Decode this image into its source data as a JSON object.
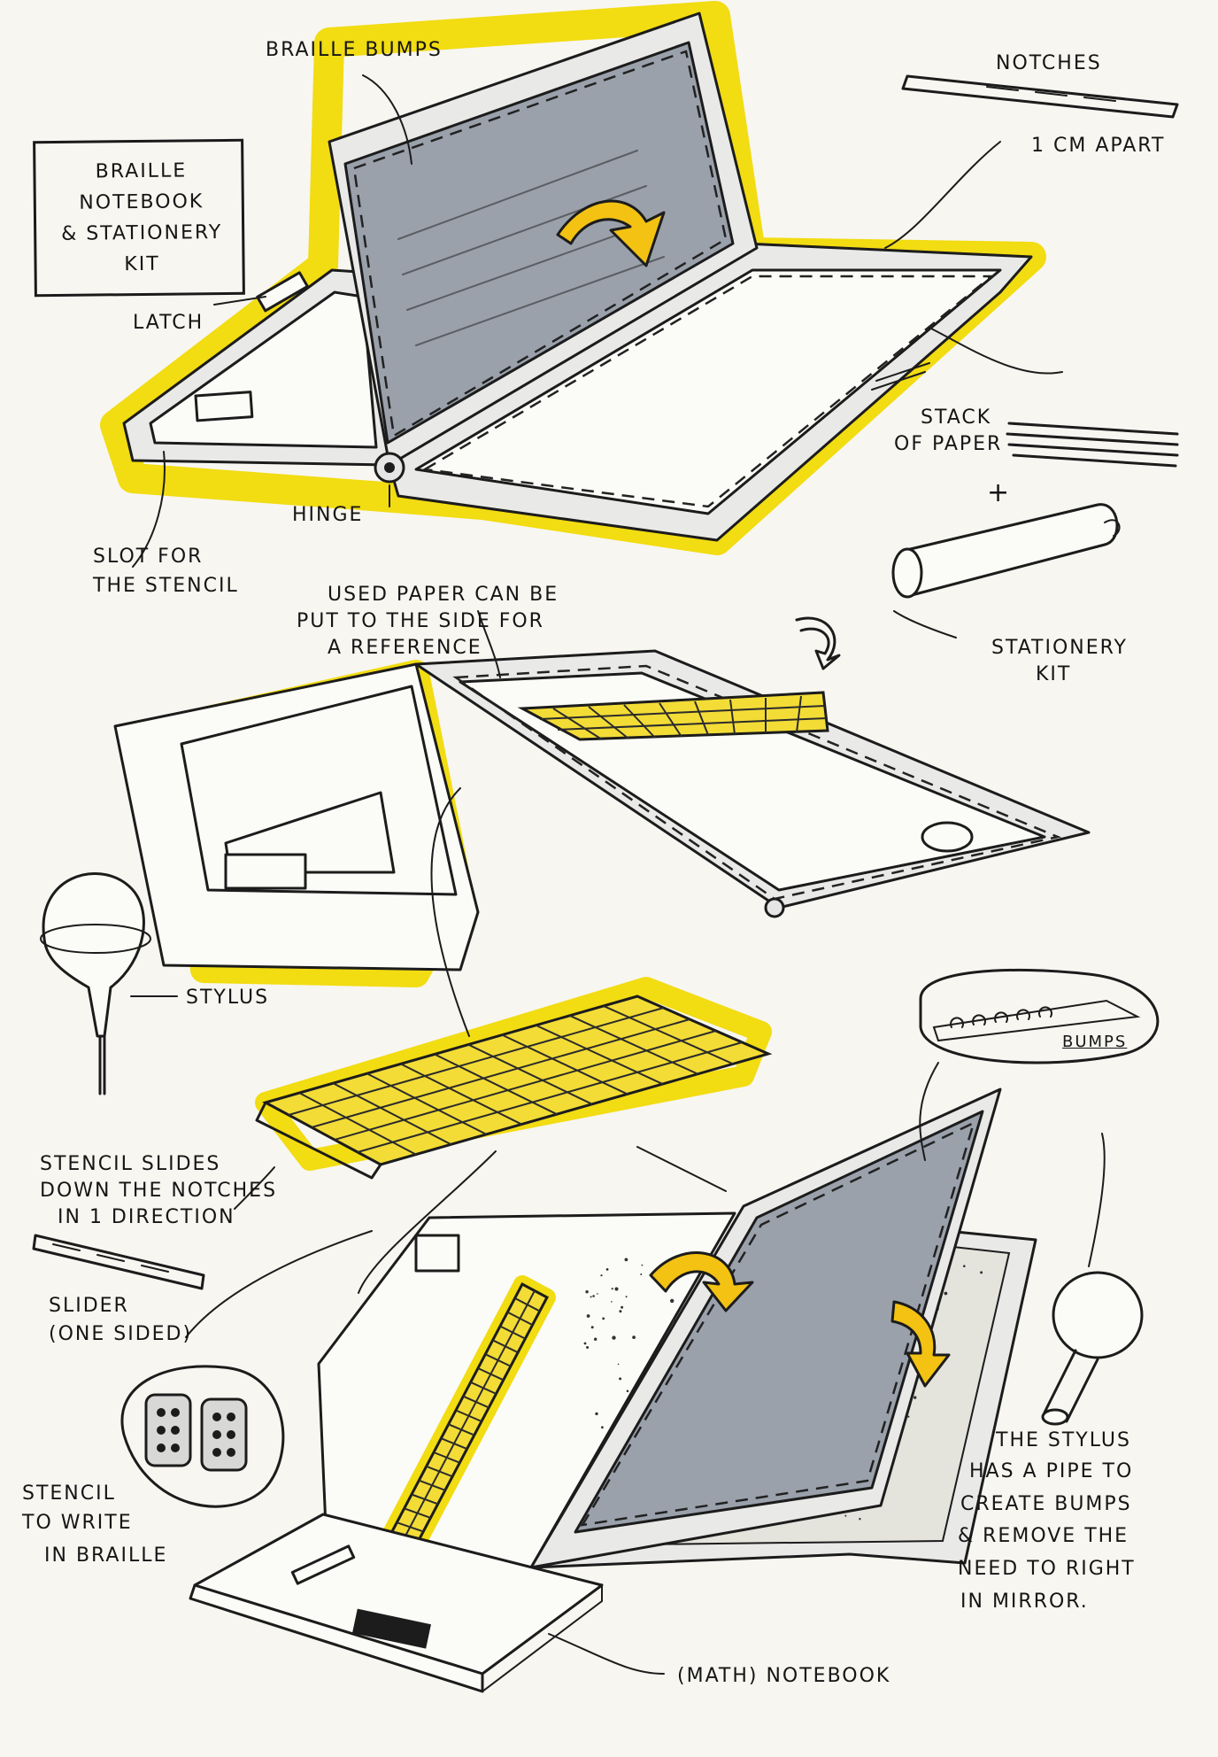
{
  "title": {
    "lines": [
      "BRAILLE",
      "NOTEBOOK",
      "& STATIONERY",
      "KIT"
    ]
  },
  "labels": {
    "braille_bumps": "BRAILLE BUMPS",
    "notches": "NOTCHES",
    "one_cm_apart": "1 CM APART",
    "latch": "LATCH",
    "stack_of_paper": [
      "STACK",
      "OF PAPER"
    ],
    "plus": "+",
    "hinge": "HINGE",
    "slot_for_stencil": [
      "SLOT FOR",
      "THE STENCIL"
    ],
    "used_paper": [
      "USED PAPER CAN BE",
      "PUT TO THE SIDE FOR",
      "A REFERENCE"
    ],
    "stationery_kit": [
      "STATIONERY",
      "KIT"
    ],
    "stylus": "STYLUS",
    "bumps": "BUMPS",
    "stencil_slides": [
      "STENCIL SLIDES",
      "DOWN THE NOTCHES",
      "IN 1 DIRECTION"
    ],
    "slider": [
      "SLIDER",
      "(ONE SIDED)"
    ],
    "stencil_to_write": [
      "STENCIL",
      "TO WRITE",
      "IN BRAILLE"
    ],
    "stylus_pipe": [
      "THE STYLUS",
      "HAS A PIPE TO",
      "CREATE BUMPS",
      "& REMOVE THE",
      "NEED TO RIGHT",
      "IN MIRROR."
    ],
    "math_notebook": "(MATH) NOTEBOOK"
  },
  "colors": {
    "highlight": "#f2dc12",
    "marker_grey": "#9aa1ab",
    "ink": "#1c1c1c",
    "paper": "#f7f6f1"
  }
}
